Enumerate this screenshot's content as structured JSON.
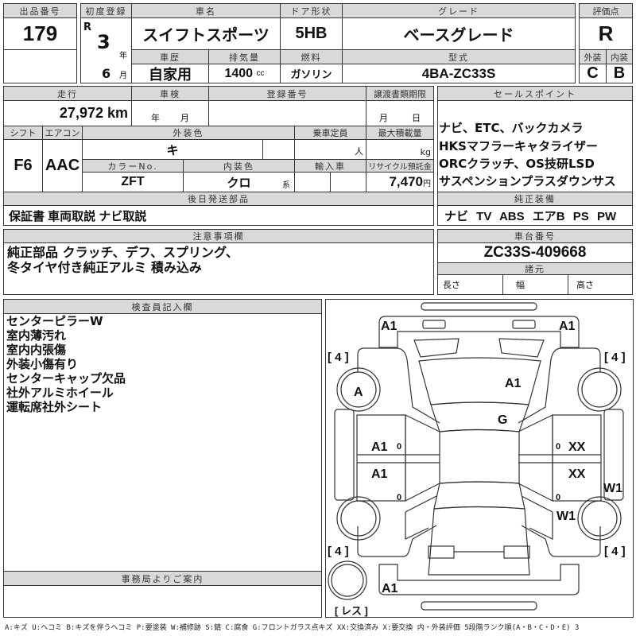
{
  "header": {
    "lot_label": "出品番号",
    "lot_value": "179",
    "first_reg_label": "初度登録",
    "era": "R",
    "year": "3",
    "year_unit": "年",
    "month": "6",
    "month_unit": "月",
    "car_name_label": "車名",
    "car_name": "スイフトスポーツ",
    "door_label": "ドア形状",
    "door": "5HB",
    "grade_label": "グレード",
    "grade": "ベースグレード",
    "history_label": "車歴",
    "history": "自家用",
    "displacement_label": "排気量",
    "displacement": "1400",
    "displacement_unit": "cc",
    "fuel_label": "燃料",
    "fuel": "ガソリン",
    "model_label": "型式",
    "model": "4BA-ZC33S",
    "score_label": "評価点",
    "score": "R",
    "exterior_label": "外装",
    "exterior": "C",
    "interior_label": "内装",
    "interior": "B"
  },
  "details": {
    "mileage_label": "走行",
    "mileage": "27,972 km",
    "inspection_label": "車検",
    "inspection_year": "年",
    "inspection_month": "月",
    "reg_no_label": "登録番号",
    "transfer_label": "譲渡書類期限",
    "transfer_month": "月",
    "transfer_day": "日",
    "shift_label": "シフト",
    "shift": "F6",
    "ac_label": "エアコン",
    "ac": "AAC",
    "color_label": "外装色",
    "color": "キ",
    "capacity_label": "乗車定員",
    "capacity_unit": "人",
    "load_label": "最大積載量",
    "load_unit": "kg",
    "color_no_label": "カラーNo.",
    "color_no": "ZFT",
    "int_color_label": "内装色",
    "int_color": "クロ",
    "int_color_unit": "系",
    "import_label": "輸入車",
    "recycle_label": "リサイクル預託金",
    "recycle": "7,470",
    "recycle_unit": "円",
    "later_parts_label": "後日発送部品",
    "later_parts": "保証書 車両取説 ナビ取説"
  },
  "sales_points": {
    "label": "セールスポイント",
    "lines": [
      "ナビ、ETC、バックカメラ",
      "HKSマフラーキャタライザー",
      "ORCクラッチ、OS技研LSD",
      "サスペンションプラスダウンサス"
    ]
  },
  "equipment": {
    "label": "純正装備",
    "value": "ナビ TV ABS エアB PS PW"
  },
  "notes": {
    "label": "注意事項欄",
    "lines": [
      "純正部品 クラッチ、デフ、スプリング、",
      "冬タイヤ付き純正アルミ 積み込み"
    ]
  },
  "chassis": {
    "label": "車台番号",
    "value": "ZC33S-409668",
    "specs_label": "諸元",
    "length": "長さ",
    "width": "幅",
    "height": "高さ"
  },
  "inspector": {
    "label": "検査員記入欄",
    "lines": [
      "センターピラーW",
      "室内薄汚れ",
      "室内内張傷",
      "外装小傷有り",
      "センターキャップ欠品",
      "社外アルミホイール",
      "運転席社外シート"
    ]
  },
  "office": {
    "label": "事務局よりご案内"
  },
  "diagram": {
    "marks": {
      "front_left": "A1",
      "front_right": "A1",
      "tire_fl": "[ 4 ]",
      "tire_fr": "[ 4 ]",
      "tire_rl": "[ 4 ]",
      "tire_rr": "[ 4 ]",
      "wheel_fl": "A",
      "hood": "A1",
      "windshield": "G",
      "door_fl": "A1",
      "door_rl": "A1",
      "door_fr": "XX",
      "door_rr": "XX",
      "sill_r": "W1",
      "fender_rr": "W1",
      "rear": "A1",
      "zero": "0",
      "spare": "[ レス ]"
    }
  },
  "legend": "A:キズ U:ヘコミ B:キズを伴うヘコミ P:要塗装 W:補修跡 S:錆 C:腐食 G:フロントガラス点キズ XX:交換済み X:要交換  内・外装評価 5段階ランク順(A・B・C・D・E) 3"
}
